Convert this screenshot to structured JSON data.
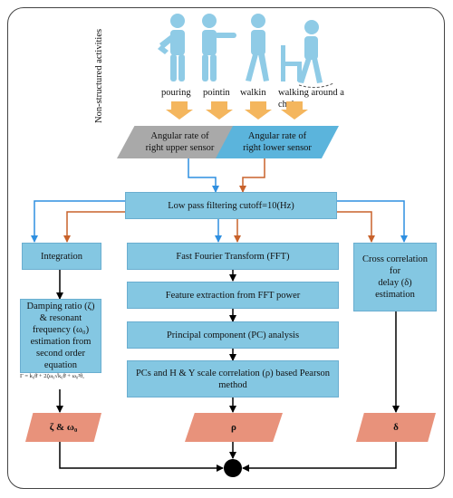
{
  "activities_side_label": "Non-structured activities",
  "activities": [
    {
      "name": "pouring",
      "icon": "person-pouring-icon"
    },
    {
      "name": "pointin",
      "icon": "person-pointing-icon"
    },
    {
      "name": "walkin",
      "icon": "person-walking-icon"
    },
    {
      "name": "walking around a chair",
      "icon": "person-walking-around-chair-icon"
    }
  ],
  "sensors": {
    "upper": [
      "Angular rate of",
      "right upper sensor"
    ],
    "lower": [
      "Angular rate of",
      "right lower sensor"
    ]
  },
  "filter_label": "Low pass filtering cutoff=10(Hz)",
  "left_branch": {
    "integration": "Integration",
    "damping_lines": [
      "Damping ratio (ζ)",
      "& resonant",
      "frequency (ω₀)",
      "estimation from",
      "second order",
      "equation"
    ],
    "formula": "Γ  =   k₀θ̈ + 2ζω₀√k₀θ̇ + ω₀²θ,",
    "output": "ζ & ω₀"
  },
  "middle_branch": {
    "fft": "Fast Fourier Transform (FFT)",
    "features": "Feature extraction from FFT power",
    "pca": "Principal component (PC) analysis",
    "correlation_lines": [
      "PCs and H & Y scale correlation (ρ) based Pearson",
      "method"
    ],
    "output": "ρ"
  },
  "right_branch": {
    "cross_corr_lines": [
      "Cross correlation for",
      "delay (δ) estimation"
    ],
    "output": "δ"
  },
  "colors": {
    "box_fill": "#84c7e2",
    "sensor_gray": "#a9a9a9",
    "sensor_blue": "#5bb4dc",
    "output_fill": "#e8927b",
    "activity_arrow": "#f4b65e",
    "person": "#8fcbe6",
    "line_blue": "#2f8fe0",
    "line_orange": "#c8622b"
  }
}
